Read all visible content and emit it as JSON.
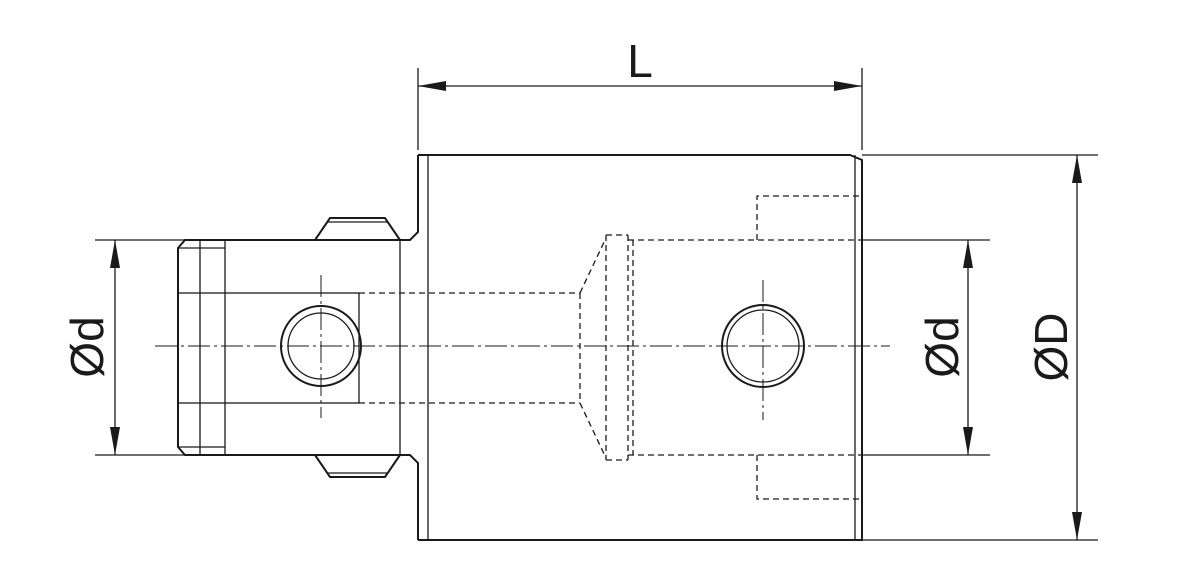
{
  "labels": {
    "length": "L",
    "shank_diameter": "Ød",
    "bore_diameter": "Ød",
    "outer_diameter": "ØD"
  }
}
